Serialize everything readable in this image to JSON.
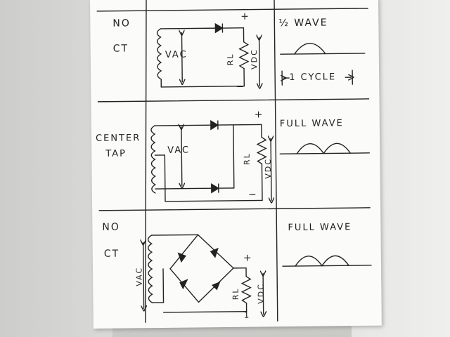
{
  "rows": [
    {
      "label_line1": "NO",
      "label_line2": "CT",
      "source_label": "VAC",
      "load_label": "RL",
      "output_label": "VDC",
      "plus": "+",
      "minus": "−",
      "waveform_title": "½ WAVE",
      "cycle_label": "1 CYCLE"
    },
    {
      "label_line1": "CENTER",
      "label_line2": "TAP",
      "source_label": "VAC",
      "load_label": "RL",
      "output_label": "VDC",
      "plus": "+",
      "minus": "−",
      "waveform_title": "FULL WAVE"
    },
    {
      "label_line1": "NO",
      "label_line2": "CT",
      "source_label": "VAC",
      "load_label": "RL",
      "output_label": "VDC",
      "plus": "+",
      "minus": "1",
      "waveform_title": "FULL WAVE"
    }
  ]
}
